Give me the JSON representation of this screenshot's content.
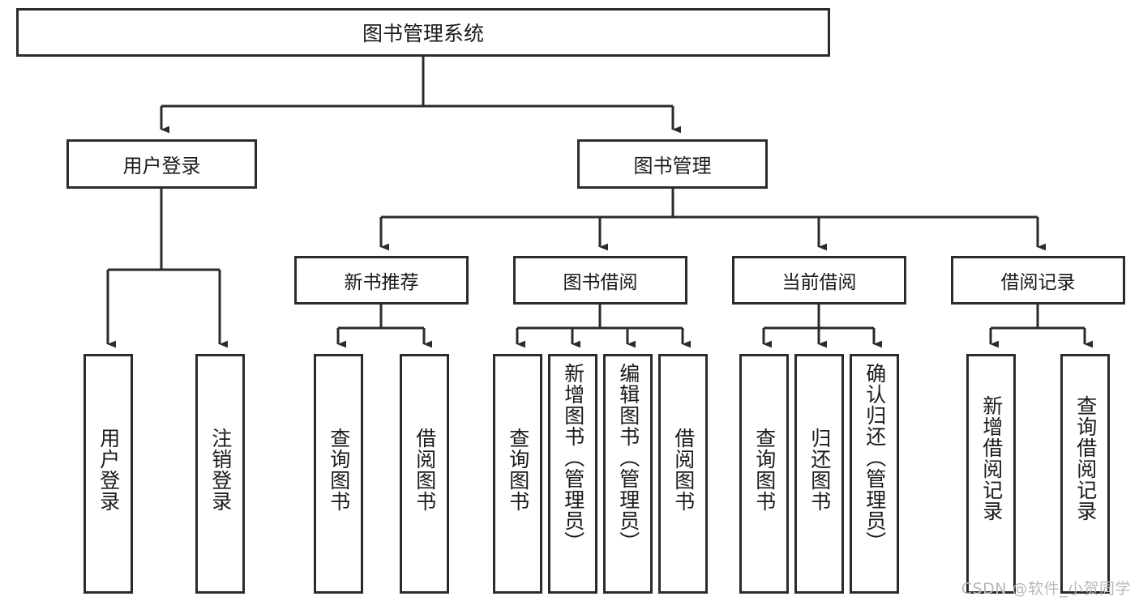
{
  "diagram": {
    "title": "图书管理系统",
    "root": {
      "label": "图书管理系统"
    },
    "level2": [
      {
        "label": "用户登录"
      },
      {
        "label": "图书管理"
      }
    ],
    "level3": [
      {
        "label": "新书推荐"
      },
      {
        "label": "图书借阅"
      },
      {
        "label": "当前借阅"
      },
      {
        "label": "借阅记录"
      }
    ],
    "leaves": {
      "user_login": [
        {
          "label": "用户登录"
        },
        {
          "label": "注销登录"
        }
      ],
      "new_book_recommend": [
        {
          "label": "查询图书"
        },
        {
          "label": "借阅图书"
        }
      ],
      "book_borrow": [
        {
          "label": "查询图书"
        },
        {
          "label": "新增图书（管理员）"
        },
        {
          "label": "编辑图书（管理员）"
        },
        {
          "label": "借阅图书"
        }
      ],
      "current_borrow": [
        {
          "label": "查询图书"
        },
        {
          "label": "归还图书"
        },
        {
          "label": "确认归还（管理员）"
        }
      ],
      "borrow_record": [
        {
          "label": "新增借阅记录"
        },
        {
          "label": "查询借阅记录"
        }
      ]
    }
  },
  "watermark": {
    "text": "CSDN @软件_小贺同学"
  },
  "colors": {
    "line": "#2b2b2b",
    "box_border": "#2b2b2b",
    "background": "#ffffff",
    "text": "#1a1a1a",
    "watermark": "#b9b9b9"
  },
  "chart_data": {
    "type": "table",
    "title": "图书管理系统 功能结构图",
    "hierarchy": {
      "name": "图书管理系统",
      "children": [
        {
          "name": "用户登录",
          "children": [
            {
              "name": "用户登录"
            },
            {
              "name": "注销登录"
            }
          ]
        },
        {
          "name": "图书管理",
          "children": [
            {
              "name": "新书推荐",
              "children": [
                {
                  "name": "查询图书"
                },
                {
                  "name": "借阅图书"
                }
              ]
            },
            {
              "name": "图书借阅",
              "children": [
                {
                  "name": "查询图书"
                },
                {
                  "name": "新增图书（管理员）"
                },
                {
                  "name": "编辑图书（管理员）"
                },
                {
                  "name": "借阅图书"
                }
              ]
            },
            {
              "name": "当前借阅",
              "children": [
                {
                  "name": "查询图书"
                },
                {
                  "name": "归还图书"
                },
                {
                  "name": "确认归还（管理员）"
                }
              ]
            },
            {
              "name": "借阅记录",
              "children": [
                {
                  "name": "新增借阅记录"
                },
                {
                  "name": "查询借阅记录"
                }
              ]
            }
          ]
        }
      ]
    }
  }
}
